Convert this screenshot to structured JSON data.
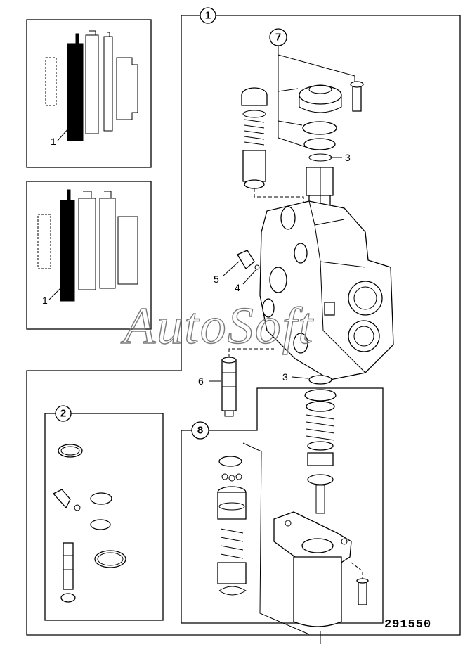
{
  "figure": {
    "part_number": "291550",
    "watermark": "AutoSoft",
    "callouts": {
      "c1": "1",
      "c2": "2",
      "c3a": "3",
      "c3b": "3",
      "c4": "4",
      "c5": "5",
      "c6": "6",
      "c7": "7",
      "c8": "8",
      "inset_top": "1",
      "inset_mid": "1"
    }
  }
}
